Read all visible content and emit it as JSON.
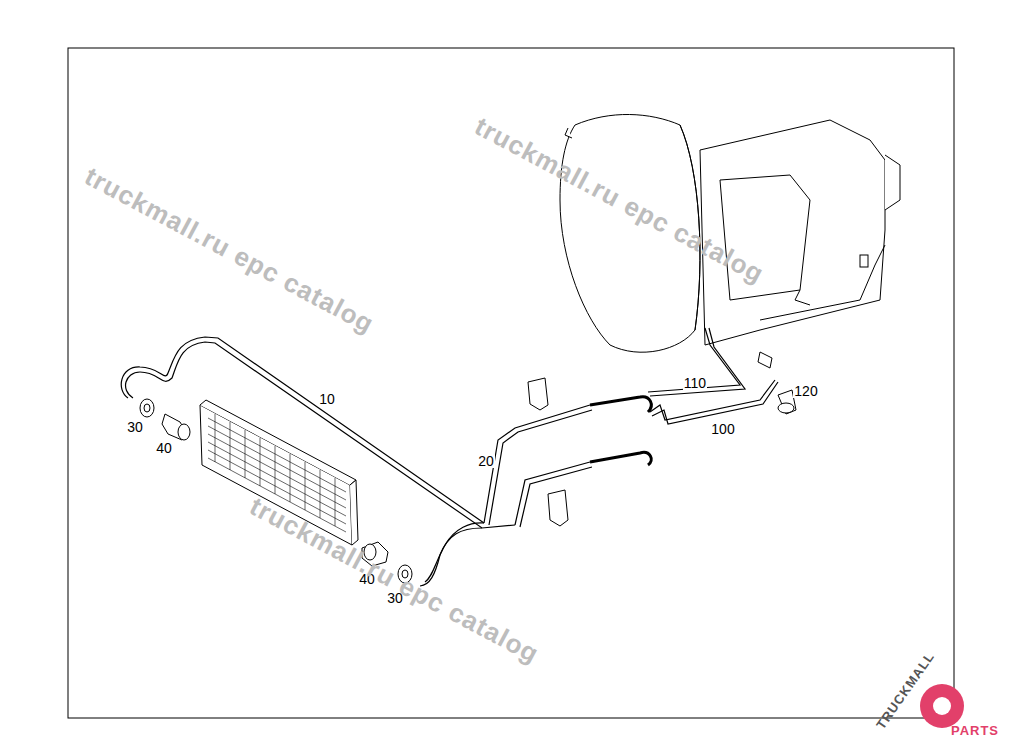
{
  "diagram": {
    "labels": [
      "10",
      "20",
      "30",
      "40",
      "110",
      "100",
      "120",
      "40",
      "30",
      "truckmall.ru epc catalog",
      "truckmall.ru epc catalog",
      "truckmall.ru epc catalog",
      "TRUCKMALL",
      "PARTS"
    ]
  }
}
